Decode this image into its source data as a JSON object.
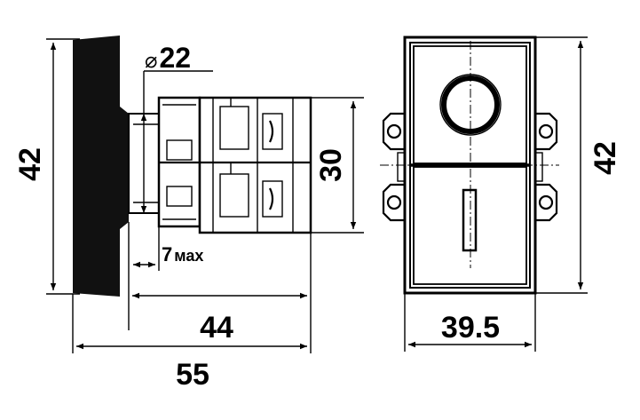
{
  "dimensions": {
    "height_left": "42",
    "diameter_symbol": "⌀",
    "diameter_value": "22",
    "body_height": "30",
    "clearance_value": "7",
    "clearance_suffix": "мах",
    "depth_inner": "44",
    "depth_total": "55",
    "width_front": "39.5",
    "height_right": "42"
  }
}
